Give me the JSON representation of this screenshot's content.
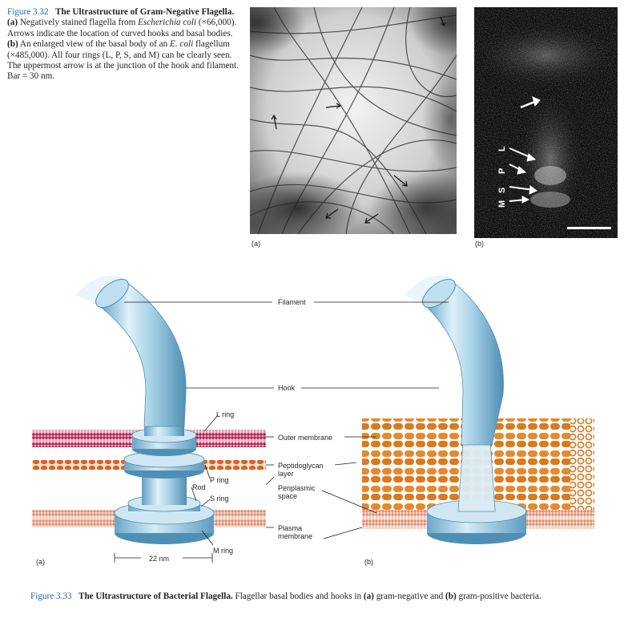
{
  "figure_3_32": {
    "number": "Figure 3.32",
    "title": "The Ultrastructure of Gram-Negative Flagella.",
    "caption_parts": [
      {
        "text": " ",
        "style": "plain"
      },
      {
        "text": "(a)",
        "style": "bold"
      },
      {
        "text": " Negatively stained flagella from ",
        "style": "plain"
      },
      {
        "text": "Escherichia coli",
        "style": "italic"
      },
      {
        "text": " (×66,000). Arrows indicate the location of curved hooks and basal bodies. ",
        "style": "plain"
      },
      {
        "text": "(b)",
        "style": "bold"
      },
      {
        "text": " An enlarged view of the basal body of an ",
        "style": "plain"
      },
      {
        "text": "E. coli",
        "style": "italic"
      },
      {
        "text": " flagellum (×485,000). All four rings (L, P, S, and M) can be clearly seen. The uppermost arrow is at the junction of the hook and filament. Bar = 30 nm.",
        "style": "plain"
      }
    ],
    "panel_a_label": "(a)",
    "panel_b_label": "(b)",
    "ring_letters": [
      "L",
      "P",
      "S",
      "M"
    ]
  },
  "figure_3_33": {
    "number": "Figure 3.33",
    "title": "The Ultrastructure of Bacterial Flagella.",
    "caption_parts": [
      {
        "text": " Flagellar basal bodies and hooks in ",
        "style": "plain"
      },
      {
        "text": "(a)",
        "style": "bold"
      },
      {
        "text": " gram-negative and ",
        "style": "plain"
      },
      {
        "text": "(b)",
        "style": "bold"
      },
      {
        "text": " gram-positive bacteria.",
        "style": "plain"
      }
    ],
    "panel_a_label": "(a)",
    "panel_b_label": "(b)",
    "labels": {
      "filament": "Filament",
      "hook": "Hook",
      "outer_membrane": "Outer membrane",
      "peptidoglycan": "Peptidoglycan layer",
      "periplasmic": "Periplasmic space",
      "plasma_membrane": "Plasma membrane",
      "l_ring": "L ring",
      "p_ring": "P ring",
      "s_ring": "S ring",
      "m_ring": "M ring",
      "rod": "Rod",
      "scale": "22 nm"
    }
  },
  "colors": {
    "figure_number": "#1f66a8",
    "flagellum": "#8cc4de",
    "outer_membrane": "#b01c4a",
    "peptidoglycan": "#d9602a",
    "plasma_membrane": "#e8a48e",
    "teichoic": "#e58a2c"
  }
}
